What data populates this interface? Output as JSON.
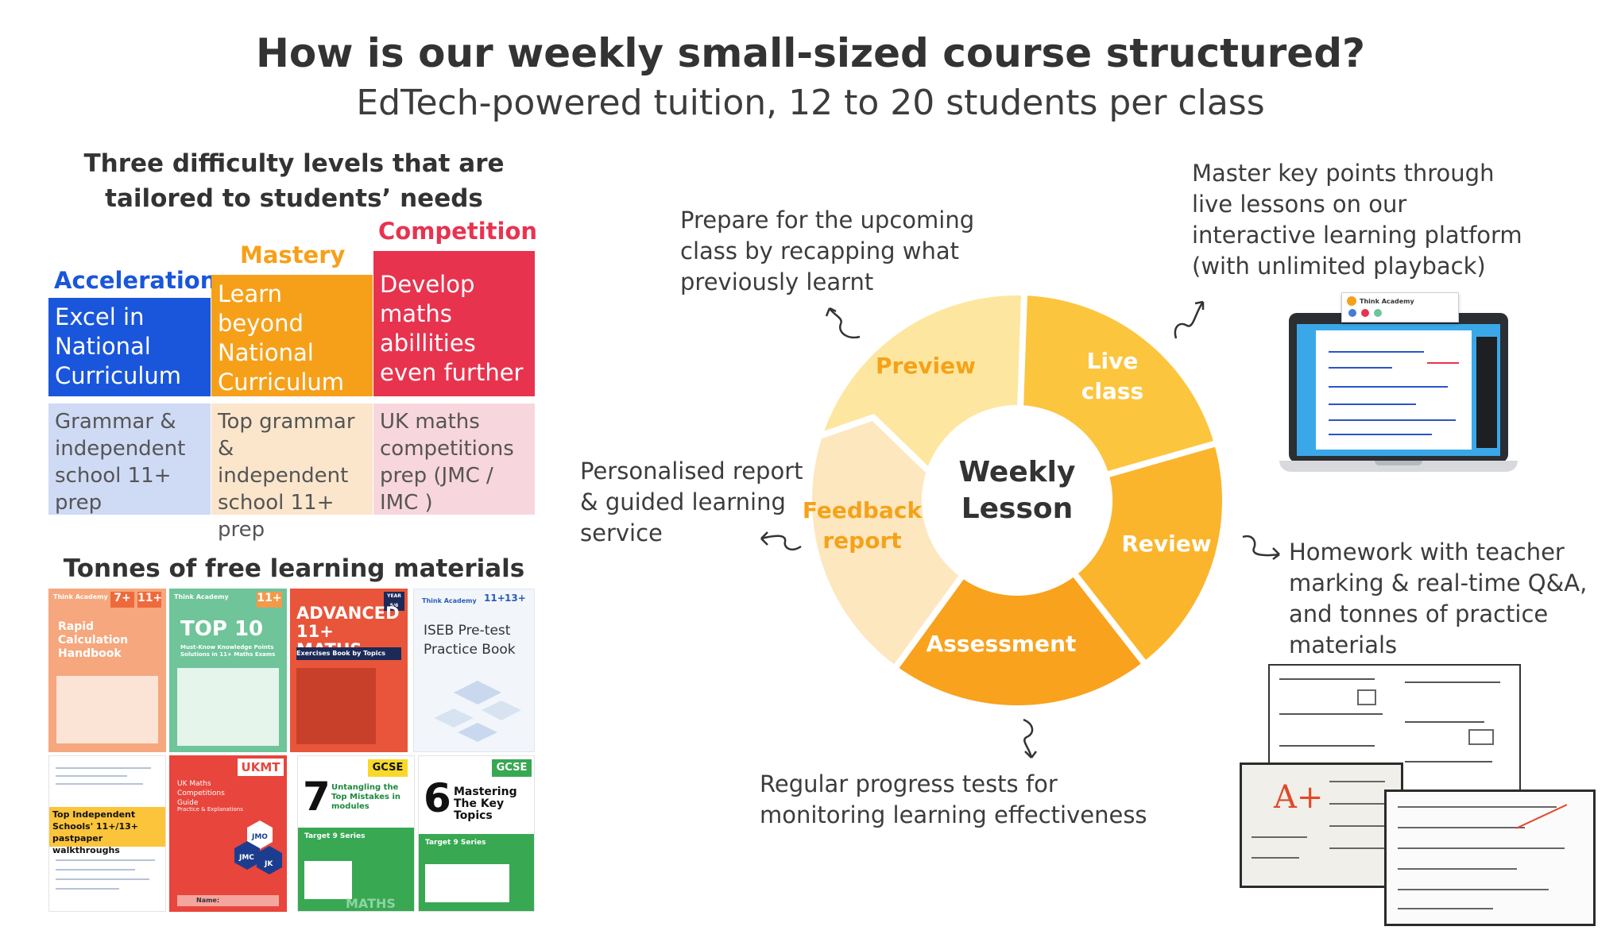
{
  "header": {
    "title": "How is our weekly small-sized course  structured?",
    "subtitle": "EdTech-powered tuition, 12 to 20 students per class"
  },
  "levels": {
    "heading_line1": "Three difficulty levels that are",
    "heading_line2": "tailored to students’ needs",
    "items": [
      {
        "name": "Acceleration",
        "desc": [
          "Excel in",
          "National",
          "Curriculum"
        ],
        "sub": [
          "Grammar &",
          "independent",
          "school 11+",
          "prep"
        ],
        "color": "#1a56db",
        "light": "#cfdaf5"
      },
      {
        "name": "Mastery",
        "desc": [
          "Learn",
          "beyond",
          "National",
          "Curriculum"
        ],
        "sub": [
          "Top grammar",
          "& independent",
          "school 11+",
          "prep"
        ],
        "color": "#f6a01a",
        "light": "#fbe6cc"
      },
      {
        "name": "Competition",
        "desc": [
          "Develop",
          "maths",
          "abillities",
          "even further"
        ],
        "sub": [
          "UK maths",
          "competitions",
          "prep (JMC /",
          "IMC )"
        ],
        "color": "#e8334f",
        "light": "#f8d6dd"
      }
    ]
  },
  "materials": {
    "heading": "Tonnes of free learning materials",
    "books": [
      {
        "title": "Rapid Calculation Handbook",
        "badges": [
          "7+",
          "11+"
        ],
        "brand": "Think Academy",
        "color": "#f6a77d"
      },
      {
        "title": "TOP 10",
        "subtitle": "Must-Know Knowledge Points Solutions in 11+ Maths Exams",
        "badges": [
          "11+"
        ],
        "brand": "Think Academy",
        "color": "#6fc49a"
      },
      {
        "title": "ADVANCED 11+ MATHS",
        "subtitle": "Exercises Book by Topics",
        "badges": [
          "YEAR 5/6"
        ],
        "color": "#e8553a"
      },
      {
        "title": "ISEB Pre-test Practice Book",
        "badges": [
          "11+",
          "13+"
        ],
        "brand": "Think Academy",
        "color": "#f2f6fb"
      },
      {
        "title": "Top Independent Schools' 11+/13+ pastpaper walkthroughs",
        "color": "#ffffff"
      },
      {
        "title": "UK Maths Competitions Guide",
        "subtitle": "Practice & Explanations",
        "badges": [
          "UKMT"
        ],
        "hex": [
          "JMO",
          "JMC",
          "JK"
        ],
        "footer": "Name:",
        "color": "#e8453c"
      },
      {
        "title": "Untangling the Top Mistakes in modules",
        "number": "7",
        "badges": [
          "GCSE"
        ],
        "series": "Target 9 Series",
        "footer": "MATHS",
        "color": "#38a853"
      },
      {
        "title": "Mastering The Key Topics",
        "number": "6",
        "badges": [
          "GCSE"
        ],
        "series": "Target 9 Series",
        "color": "#38a853"
      }
    ]
  },
  "cycle": {
    "center_line1": "Weekly",
    "center_line2": "Lesson",
    "segments": [
      {
        "label": [
          "Preview"
        ],
        "color": "#fde7a0"
      },
      {
        "label": [
          "Live",
          "class"
        ],
        "color": "#fcc53e"
      },
      {
        "label": [
          "Review"
        ],
        "color": "#fbb52c"
      },
      {
        "label": [
          "Assessment"
        ],
        "color": "#f9a21d"
      },
      {
        "label": [
          "Feedback",
          "report"
        ],
        "color": "#fde7bf"
      }
    ]
  },
  "captions": {
    "preview": [
      "Prepare for the upcoming",
      "class by recapping what",
      "previously learnt"
    ],
    "live": [
      "Master key points through",
      "live lessons on our",
      "interactive learning platform",
      "(with unlimited playback)"
    ],
    "review": [
      "Homework with teacher",
      "marking & real-time Q&A,",
      "and tonnes of practice",
      "materials"
    ],
    "assessment": [
      "Regular progress tests for",
      "monitoring  learning effectiveness"
    ],
    "feedback": [
      "Personalised report",
      "& guided learning",
      "service"
    ]
  },
  "laptop": {
    "brand": "Think Academy"
  },
  "homework": {
    "grade": "A+"
  },
  "colors": {
    "label_on_dark": "#ffffff",
    "label_on_light": "#f5a21a"
  }
}
